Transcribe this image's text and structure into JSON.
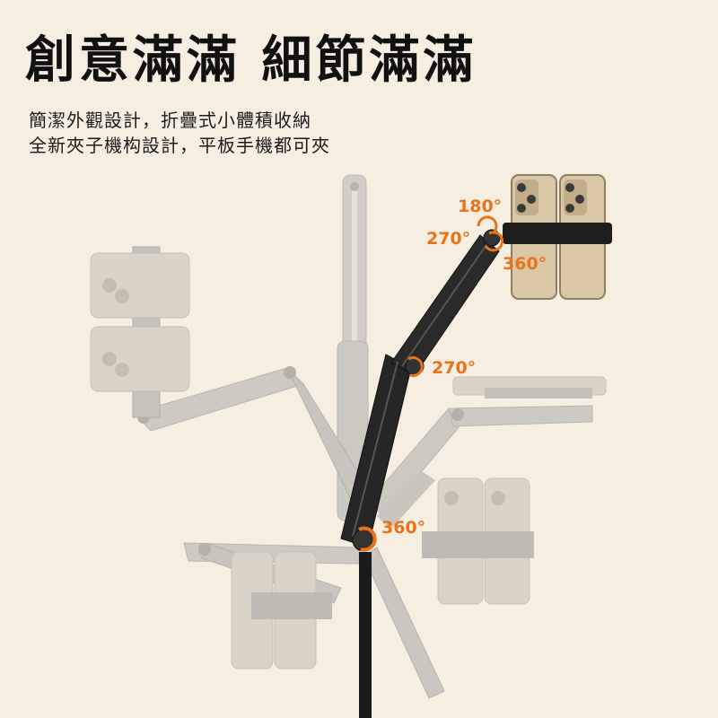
{
  "headline": "創意滿滿 細節滿滿",
  "subtitle_line1": "簡潔外觀設計，折疊式小體積收納",
  "subtitle_line2": "全新夾子機构設計，平板手機都可夾",
  "rotation_labels": {
    "top_180": "180°",
    "top_270": "270°",
    "top_360": "360°",
    "middle_270": "270°",
    "bottom_360": "360°"
  },
  "colors": {
    "background": "#f6eee1",
    "accent_orange": "#e8741a",
    "ghost_gray": "#c9c6c0",
    "arm_black": "#1e1e1e",
    "phone_gold": "#d9c7a7"
  }
}
